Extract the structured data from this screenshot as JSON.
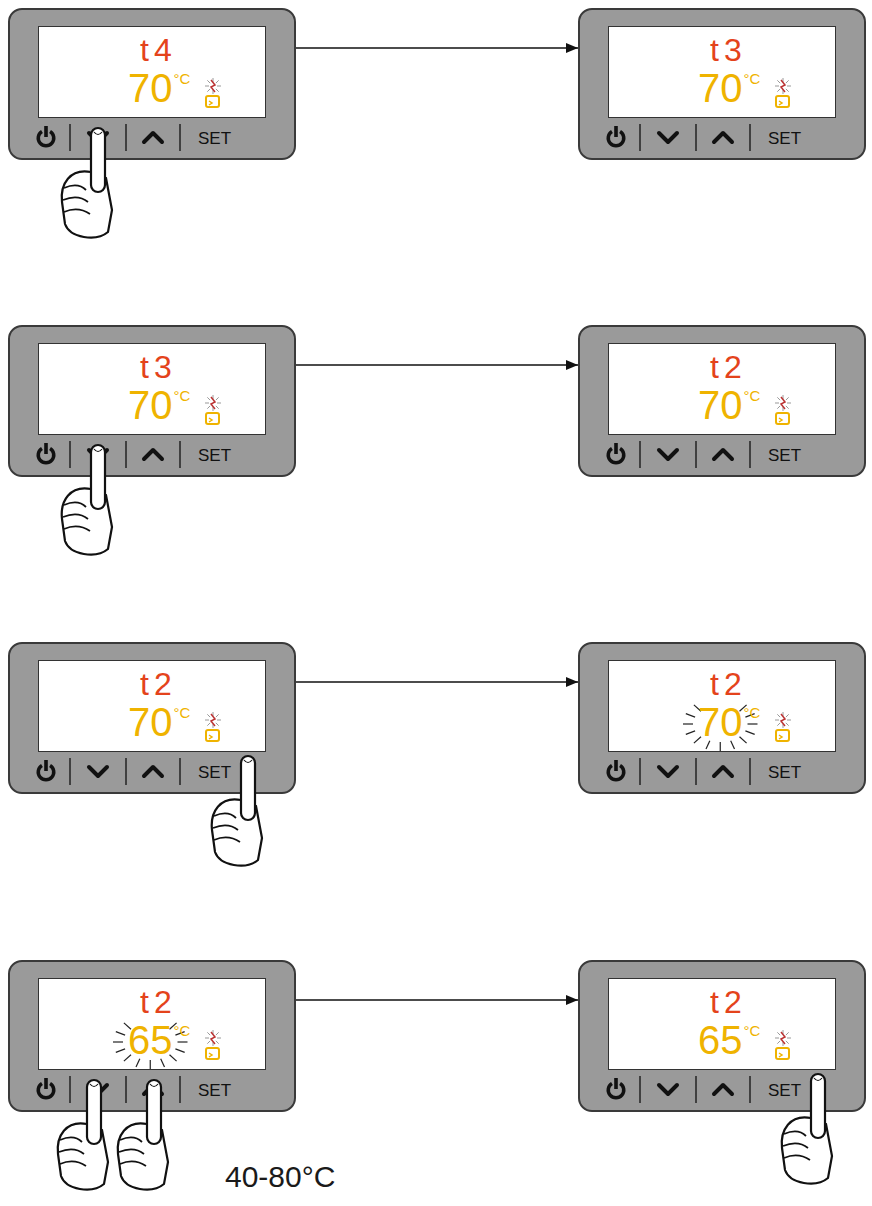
{
  "diagram": {
    "nodes": [
      {
        "text": [
          "t4",
          "70",
          "°C",
          "SET"
        ]
      },
      {
        "text": [
          "t3",
          "70",
          "°C",
          "SET"
        ]
      },
      {
        "text": [
          "t3",
          "70",
          "°C",
          "SET"
        ]
      },
      {
        "text": [
          "t2",
          "70",
          "°C",
          "SET"
        ]
      },
      {
        "text": [
          "t2",
          "70",
          "°C",
          "SET"
        ]
      },
      {
        "text": [
          "t2",
          "70",
          "°C",
          "SET"
        ]
      },
      {
        "text": [
          "t2",
          "65",
          "°C",
          "SET"
        ]
      },
      {
        "text": [
          "t2",
          "65",
          "°C",
          "SET"
        ]
      }
    ],
    "edges": [
      {
        "from": 0,
        "to": 1,
        "arrow": "to"
      },
      {
        "from": 2,
        "to": 3,
        "arrow": "to"
      },
      {
        "from": 4,
        "to": 5,
        "arrow": "to"
      },
      {
        "from": 6,
        "to": 7,
        "arrow": "to"
      }
    ],
    "labels": [
      "40-80°C"
    ]
  }
}
